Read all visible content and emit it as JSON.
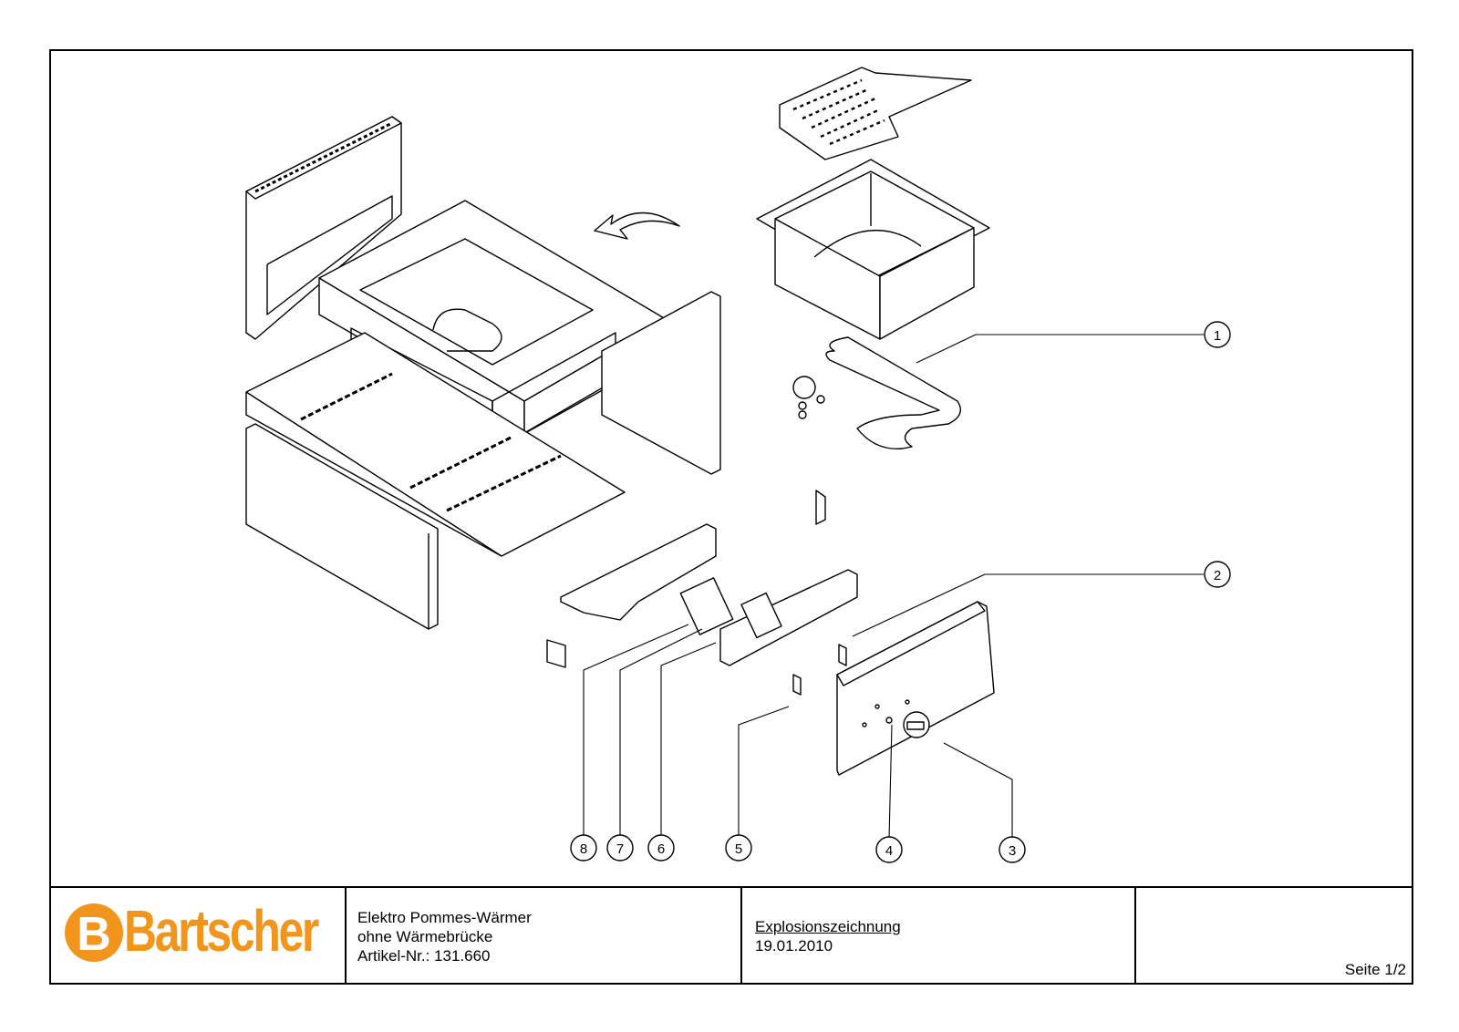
{
  "brand": {
    "name": "Bartscher",
    "color": "#f2951d"
  },
  "title_block": {
    "description_lines": [
      "Elektro Pommes-Wärmer",
      "ohne Wärmebrücke",
      "Artikel-Nr.: 131.660"
    ],
    "drawing_type": "Explosionszeichnung",
    "date": "19.01.2010",
    "page": "Seite 1/2"
  },
  "callouts": [
    {
      "number": "1"
    },
    {
      "number": "2"
    },
    {
      "number": "3"
    },
    {
      "number": "4"
    },
    {
      "number": "5"
    },
    {
      "number": "6"
    },
    {
      "number": "7"
    },
    {
      "number": "8"
    }
  ]
}
